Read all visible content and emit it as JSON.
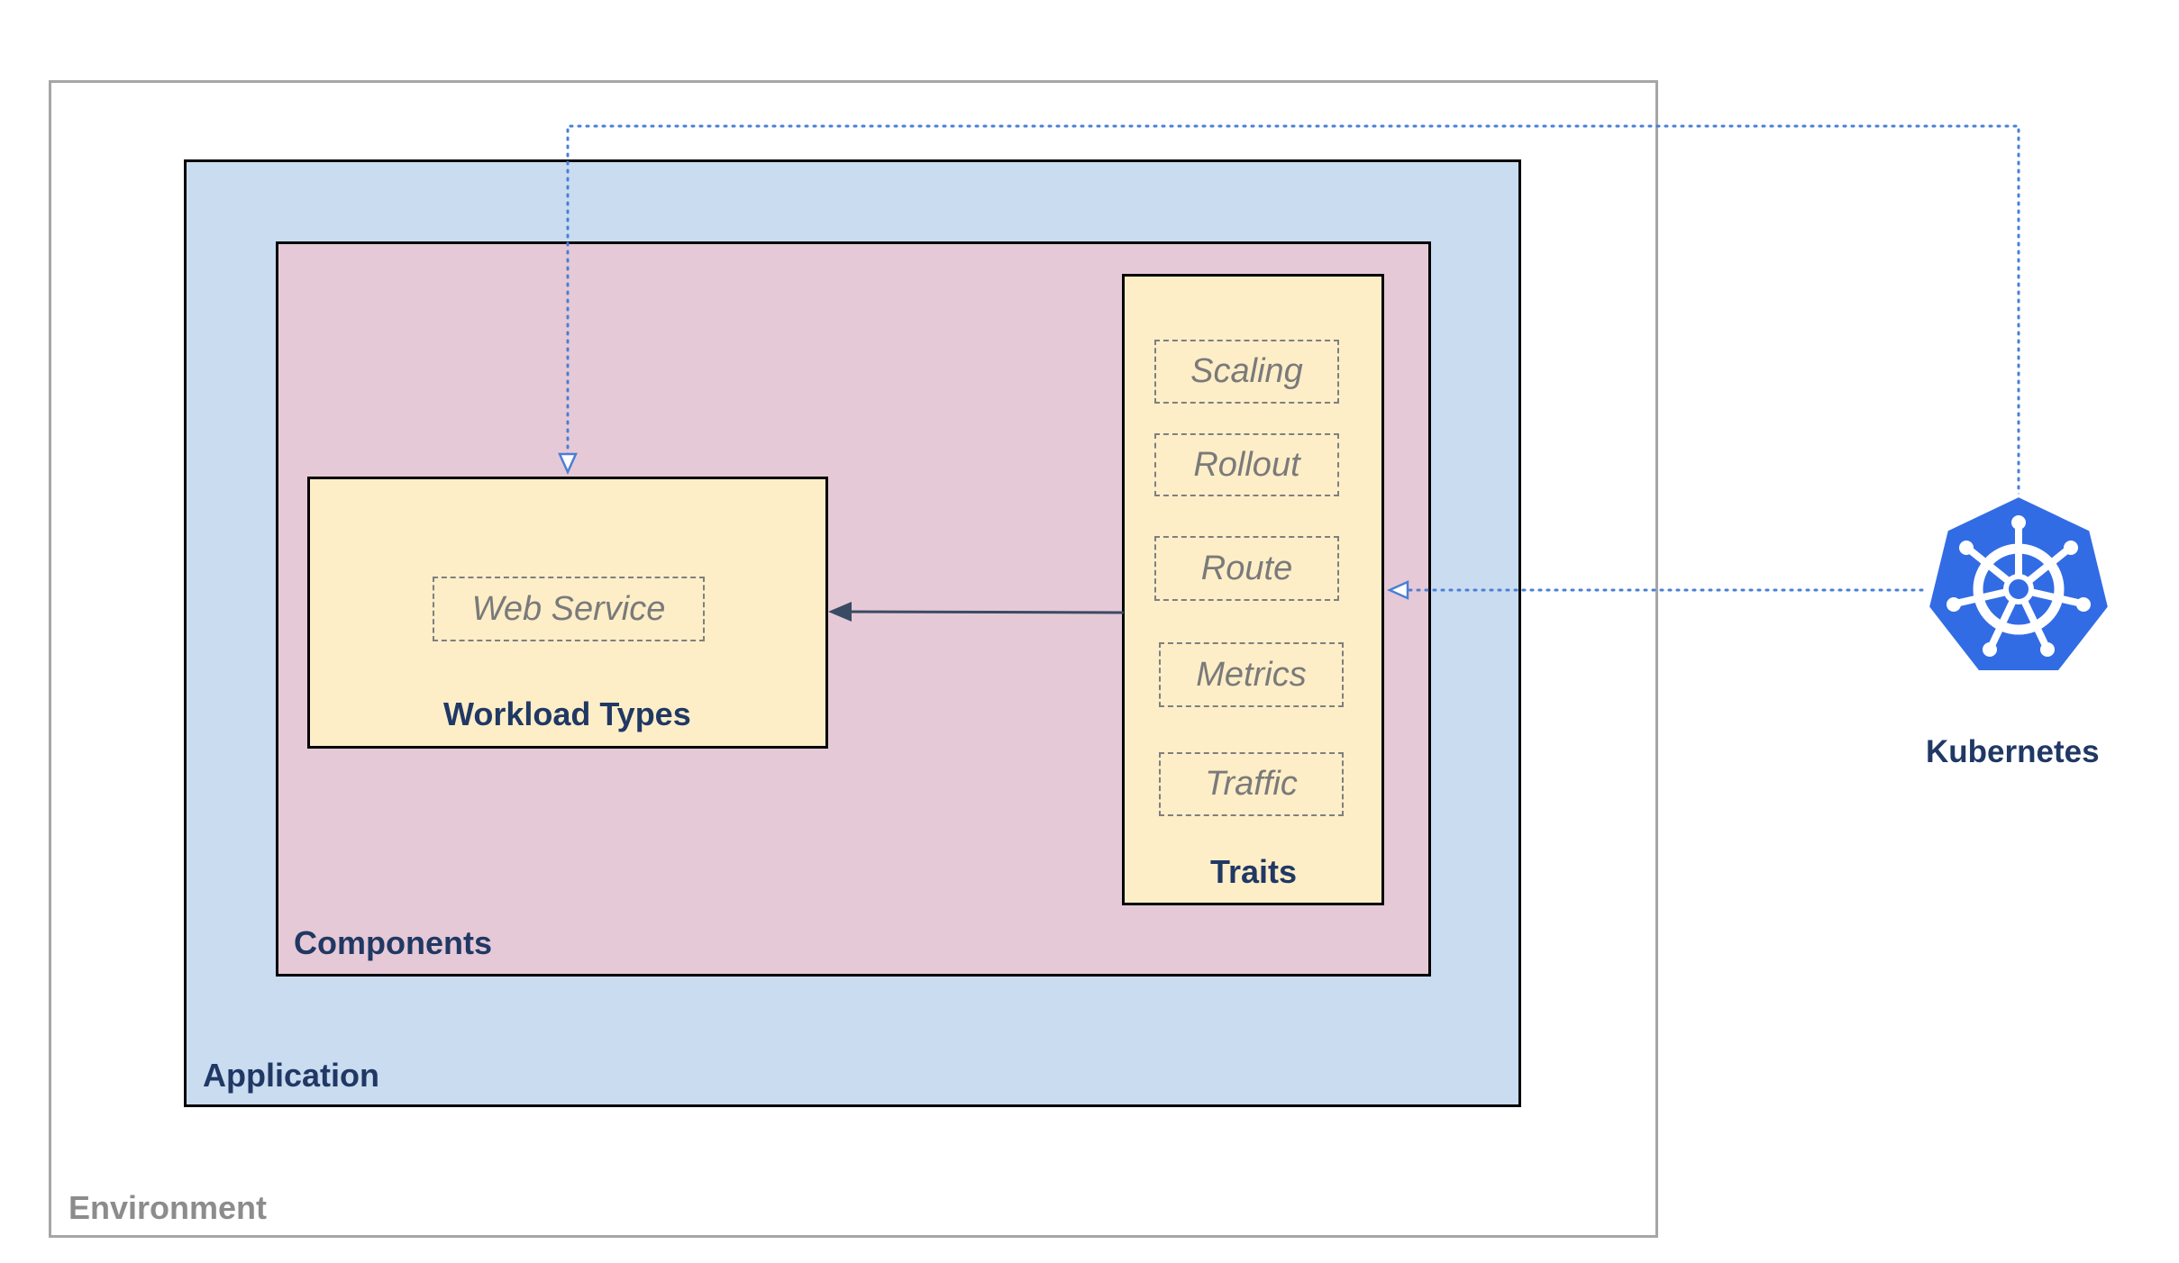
{
  "environment": {
    "label": "Environment"
  },
  "application": {
    "label": "Application"
  },
  "components": {
    "label": "Components"
  },
  "workload": {
    "label": "Workload Types",
    "items": [
      "Web Service"
    ]
  },
  "traits": {
    "label": "Traits",
    "items": [
      "Scaling",
      "Rollout",
      "Route",
      "Metrics",
      "Traffic"
    ]
  },
  "kubernetes": {
    "label": "Kubernetes",
    "icon": "kubernetes-helm-icon",
    "color": "#326ce5"
  },
  "colors": {
    "application_fill": "#c9dcf0",
    "components_fill": "#e6c9d6",
    "box_fill": "#fdeec8",
    "label_color": "#203864",
    "connector_color": "#4a7fd6"
  }
}
